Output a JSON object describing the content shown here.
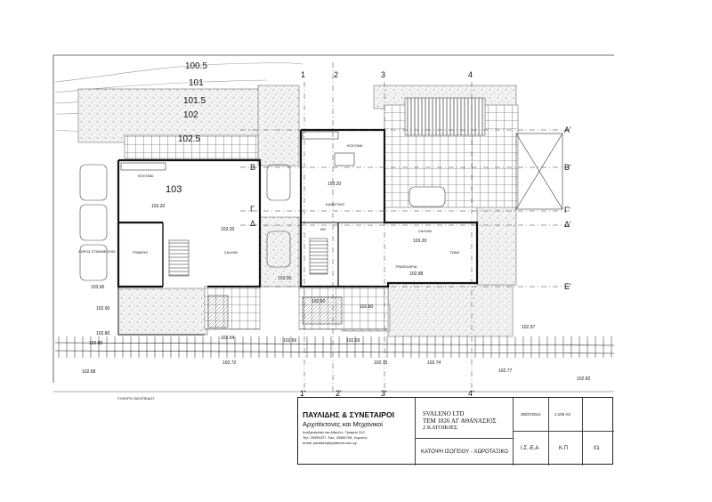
{
  "contours": [
    "100.5",
    "101",
    "101.5",
    "102",
    "102.5"
  ],
  "spot_level": "103",
  "axes_top": [
    "1",
    "2",
    "3",
    "4"
  ],
  "axes_bottom": [
    "1'",
    "2'",
    "3'",
    "4'"
  ],
  "axes_right": [
    "A'",
    "B'",
    "Γ'",
    "Δ'",
    "E'"
  ],
  "axes_left": [
    "B",
    "Γ",
    "Δ"
  ],
  "levels": [
    "103.20",
    "103.20",
    "103.20",
    "103.20",
    "103.00",
    "102.90",
    "102.88",
    "103.00",
    "102.90",
    "102.80",
    "102.80",
    "102.64",
    "102.72",
    "102.66",
    "102.69",
    "102.73",
    "102.74",
    "102.77",
    "102.80",
    "102.82",
    "102.97",
    "102.68"
  ],
  "rooms": [
    "ΚΟΥΖΙΝΑ",
    "ΣΑΛΟΝΙ",
    "ΓΡΑΦΕΙΟ",
    "ΚΟΥΖΙΝΑ",
    "ΚΑΘΙΣΤΙΚΟ",
    "ΣΑΛΟΝΙ",
    "ΤΡΑΠΕΖΑΡΙΑ",
    "ΤΖΑΚΙ",
    "WC",
    "ΧΩΡΟΣ ΣΤΑΘΜΕΥΣΗΣ"
  ],
  "tiny_note": "ΣΥΝΟΡΟ ΟΙΚΟΠΕΔΟΥ",
  "title_block": {
    "company_name": "ΠΑΥΛΙΔΗΣ & ΣΥΝΕΤΑΙΡΟΙ",
    "company_sub": "Αρχιτέκτονες και Μηχανικοί",
    "address": "Ανεξαρτησίας και Αθηνών, Γραφείο 312",
    "phone": "Τηλ. 25355227, Fax. 25366708, Λεμεσός",
    "email": "email: pavlides@spidernet.com.cy",
    "client_1": "SVALENO LTD",
    "client_2": "ΤΕΜ 1826 ΑΓ ΑΘΑΝΑΣΙΟΣ",
    "client_3": "2 ΚΑΤΟΙΚΙΕΣ",
    "drawing_title": "ΚΑΤΟΨΗ ΙΣΟΓΕΙΟΥ - ΧΩΡΟΤΑΞΙΚΟ",
    "date": "25/07/2014",
    "scale": "1:100 A3",
    "drawn": "Ι.Σ.-Ε.Α",
    "checked": "Κ.Π",
    "sheet_no": "01"
  }
}
